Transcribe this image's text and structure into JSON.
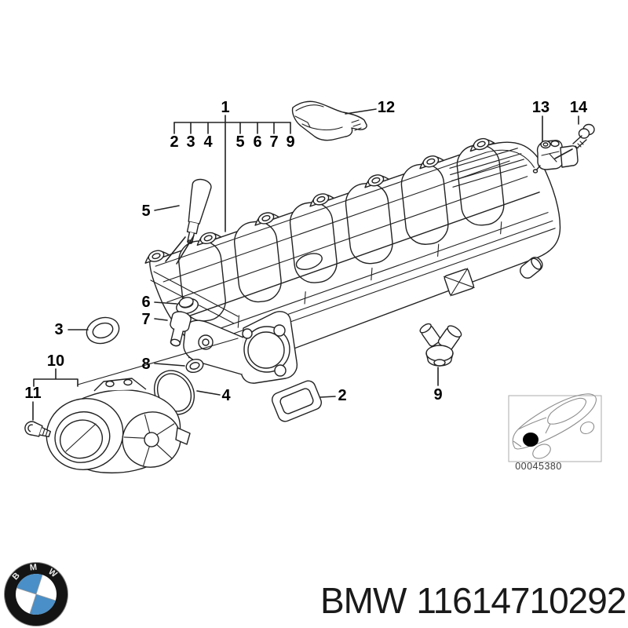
{
  "callout_tree": {
    "root": "1",
    "left": [
      "2",
      "3",
      "4"
    ],
    "right": [
      "5",
      "6",
      "7",
      "9"
    ]
  },
  "callouts": {
    "n2": "2",
    "n3": "3",
    "n4": "4",
    "n5": "5",
    "n6": "6",
    "n7": "7",
    "n8": "8",
    "n9": "9",
    "n10": "10",
    "n11": "11",
    "n12": "12",
    "n13": "13",
    "n14": "14"
  },
  "thumbnail": {
    "code": "00045380",
    "marker": "part-location-dot"
  },
  "footer": {
    "brand": "BMW",
    "part_number": "11614710292",
    "logo": "bmw-roundel",
    "logo_letters": [
      "B",
      "M",
      "W"
    ]
  },
  "colors": {
    "line_color": "#222222",
    "label_color": "#000000",
    "car_line": "#8e8e8e",
    "thumb_border": "#ababab",
    "footer_color": "#1a1a1a",
    "roundel_blue": "#4a8fc7",
    "bg": "#ffffff"
  }
}
